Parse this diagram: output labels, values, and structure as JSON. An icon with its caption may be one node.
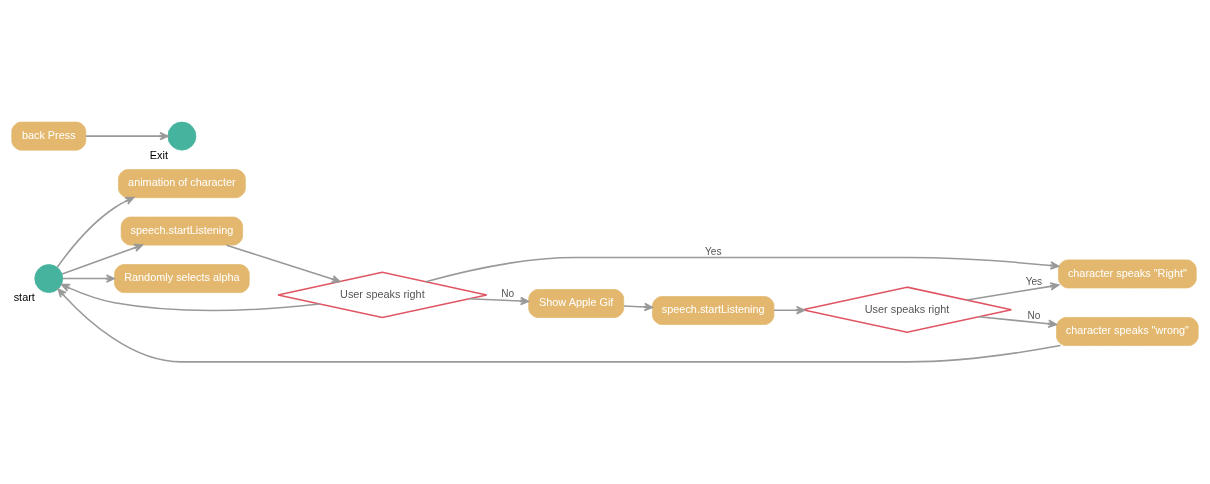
{
  "diagram": {
    "nodes": [
      {
        "text": [],
        "shape": "circle",
        "beside": [
          "start"
        ]
      },
      {
        "text": [
          "animation of character"
        ]
      },
      {
        "text": [
          "speech.startListening"
        ]
      },
      {
        "text": [
          "Randomly selects alpha"
        ]
      },
      {
        "text": [
          "User speaks right"
        ]
      },
      {
        "text": [
          "character speaks \"Right\""
        ]
      },
      {
        "text": [
          "character speaks \"wrong\""
        ]
      },
      {
        "text": [
          "Show Apple Gif"
        ]
      },
      {
        "text": [
          "speech.startListening"
        ]
      },
      {
        "text": [
          "User speaks right"
        ]
      },
      {
        "text": [],
        "shape": "circle",
        "beside": [
          "Exit"
        ]
      },
      {
        "text": [
          "back Press"
        ]
      }
    ],
    "edges": [
      {
        "from": 0,
        "to": 1,
        "arrow": "to"
      },
      {
        "from": 0,
        "to": 2,
        "arrow": "to"
      },
      {
        "from": 0,
        "to": 3,
        "arrow": "to"
      },
      {
        "from": 2,
        "to": 4,
        "arrow": "to"
      },
      {
        "from": 4,
        "to": 0,
        "arrow": "to"
      },
      {
        "from": 4,
        "to": 5,
        "arrow": "to",
        "label": "Yes"
      },
      {
        "from": 4,
        "to": 7,
        "arrow": "to",
        "label": "No"
      },
      {
        "from": 7,
        "to": 8,
        "arrow": "to"
      },
      {
        "from": 8,
        "to": 9,
        "arrow": "to"
      },
      {
        "from": 9,
        "to": 5,
        "arrow": "to",
        "label": "Yes"
      },
      {
        "from": 9,
        "to": 6,
        "arrow": "to",
        "label": "No"
      },
      {
        "from": 6,
        "to": 0,
        "arrow": "to"
      },
      {
        "from": 11,
        "to": 10,
        "arrow": "to"
      }
    ]
  }
}
